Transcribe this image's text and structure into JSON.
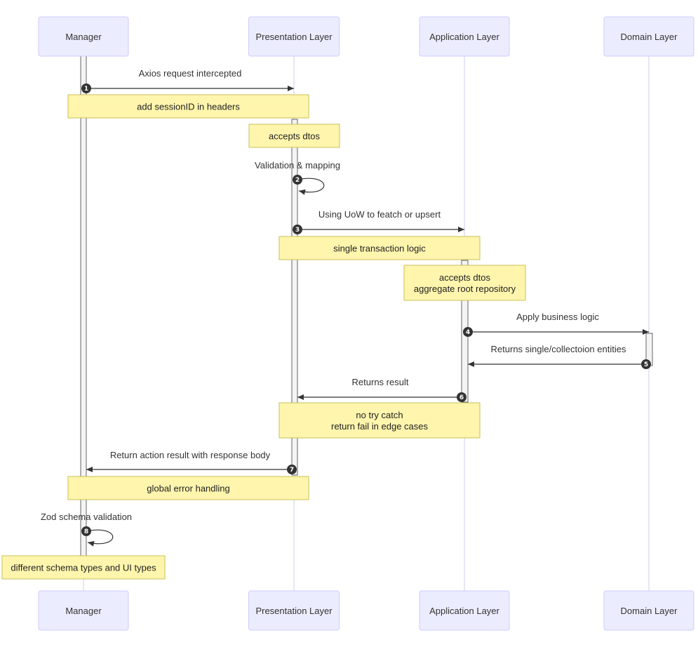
{
  "participants": [
    {
      "id": "manager",
      "label": "Manager"
    },
    {
      "id": "presentation",
      "label": "Presentation Layer"
    },
    {
      "id": "application",
      "label": "Application Layer"
    },
    {
      "id": "domain",
      "label": "Domain Layer"
    }
  ],
  "messages": [
    {
      "seq": "1",
      "from": "manager",
      "to": "presentation",
      "label": "Axios request intercepted"
    },
    {
      "seq": "2",
      "from": "presentation",
      "to": "presentation",
      "label": "Validation & mapping"
    },
    {
      "seq": "3",
      "from": "presentation",
      "to": "application",
      "label": "Using UoW to featch or upsert"
    },
    {
      "seq": "4",
      "from": "application",
      "to": "domain",
      "label": "Apply business logic"
    },
    {
      "seq": "5",
      "from": "domain",
      "to": "application",
      "label": "Returns single/collectoion entities"
    },
    {
      "seq": "6",
      "from": "application",
      "to": "presentation",
      "label": "Returns result"
    },
    {
      "seq": "7",
      "from": "presentation",
      "to": "manager",
      "label": "Return action result with response body"
    },
    {
      "seq": "8",
      "from": "manager",
      "to": "manager",
      "label": "Zod schema validation"
    }
  ],
  "notes": [
    {
      "lines": [
        "add sessionID in headers"
      ]
    },
    {
      "lines": [
        "accepts dtos"
      ]
    },
    {
      "lines": [
        "single transaction logic"
      ]
    },
    {
      "lines": [
        "accepts dtos",
        "aggregate root repository"
      ]
    },
    {
      "lines": [
        "no try catch",
        "return fail in edge cases"
      ]
    },
    {
      "lines": [
        "global error handling"
      ]
    },
    {
      "lines": [
        "different schema types and UI types"
      ]
    }
  ],
  "colors": {
    "actor_fill": "#ECECFF",
    "actor_border": "#CCCCFF",
    "note_fill": "#FFF5AD",
    "note_border": "#C9C15A",
    "line": "#333333"
  }
}
